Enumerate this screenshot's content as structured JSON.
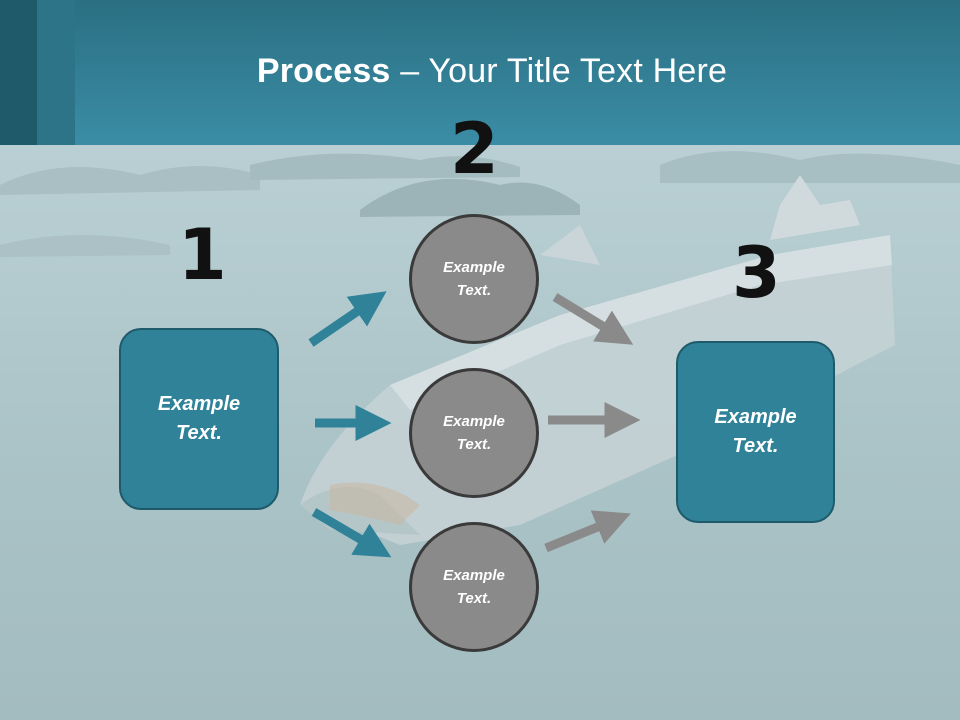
{
  "slide": {
    "title_bold": "Process",
    "title_rest": " – Your Title Text Here"
  },
  "steps": {
    "step1_number": "1",
    "step2_number": "2",
    "step3_number": "3"
  },
  "left_box": {
    "line1": "Example",
    "line2": "Text."
  },
  "right_box": {
    "line1": "Example",
    "line2": "Text."
  },
  "circles": [
    {
      "line1": "Example",
      "line2": "Text."
    },
    {
      "line1": "Example",
      "line2": "Text."
    },
    {
      "line1": "Example",
      "line2": "Text."
    }
  ],
  "colors": {
    "header": "#3a8da6",
    "box_fill": "#2f8298",
    "circle_fill": "#8a8a8a",
    "arrow_teal": "#2f8298",
    "arrow_gray": "#8a8a8a"
  }
}
